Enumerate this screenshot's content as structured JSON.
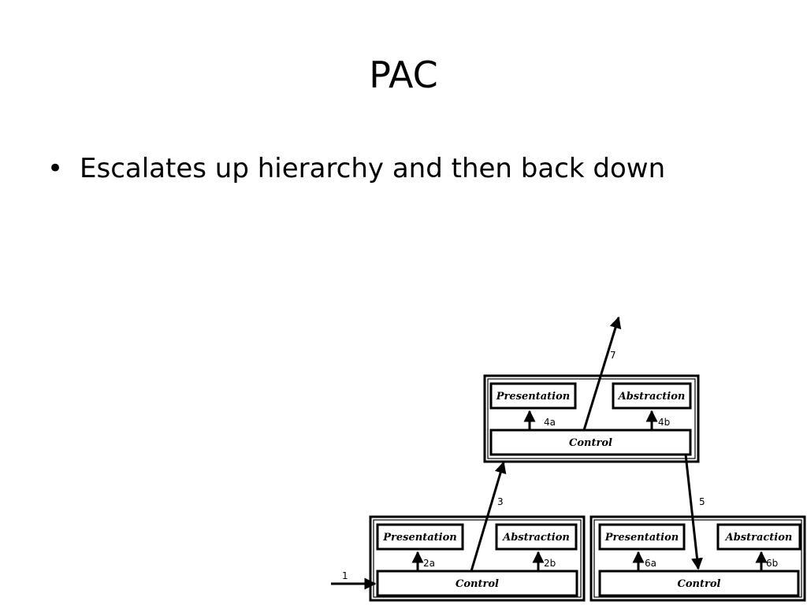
{
  "slide": {
    "title": "PAC",
    "bullets": [
      {
        "marker": "•",
        "text": "Escalates up hierarchy and then back down"
      }
    ]
  },
  "diagram": {
    "top_agent": {
      "presentation": "Presentation",
      "abstraction": "Abstraction",
      "control": "Control",
      "label_presentation_arrow": "4a",
      "label_abstraction_arrow": "4b"
    },
    "left_agent": {
      "presentation": "Presentation",
      "abstraction": "Abstraction",
      "control": "Control",
      "label_presentation_arrow": "2a",
      "label_abstraction_arrow": "2b"
    },
    "right_agent": {
      "presentation": "Presentation",
      "abstraction": "Abstraction",
      "control": "Control",
      "label_presentation_arrow": "6a",
      "label_abstraction_arrow": "6b"
    },
    "arrow_labels": {
      "input": "1",
      "up_to_top": "3",
      "down_to_right": "5",
      "exit": "7"
    }
  }
}
